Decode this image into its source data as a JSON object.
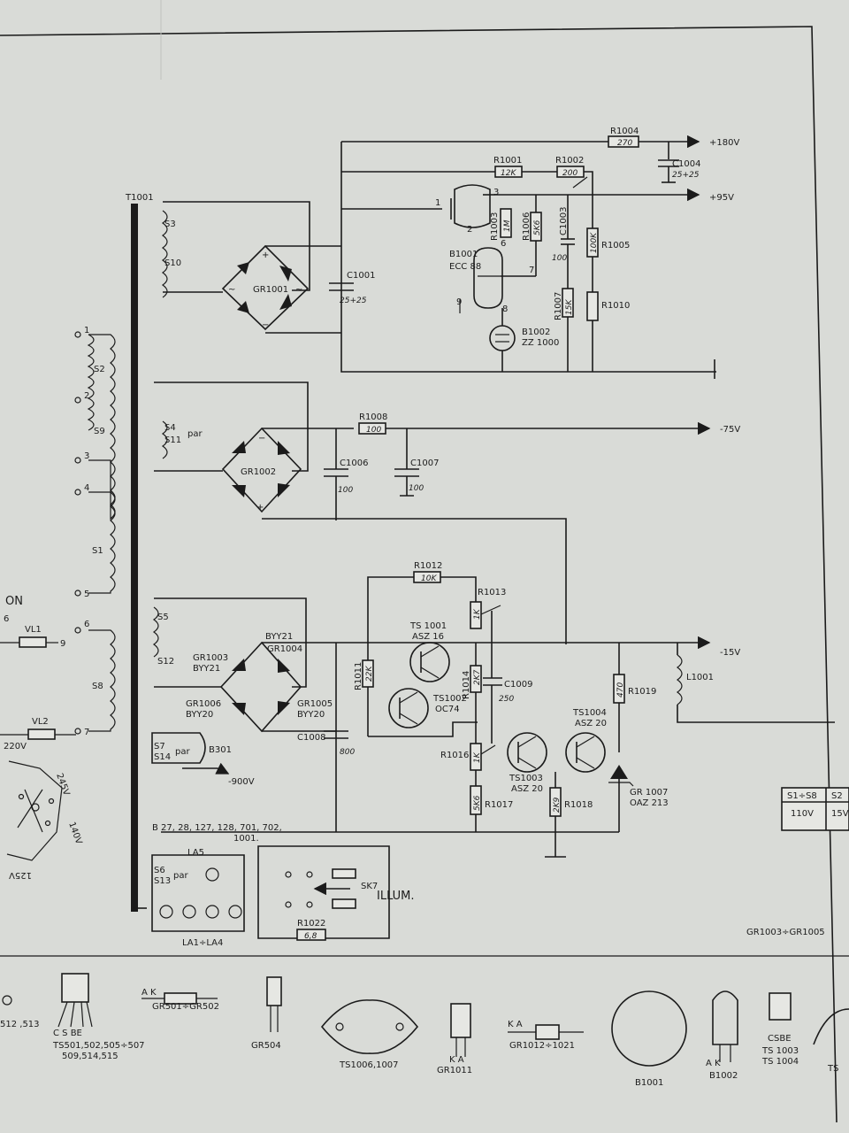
{
  "transformer": {
    "ref": "T1001",
    "windings": [
      "S3",
      "S10",
      "S2",
      "S9",
      "S4",
      "S11",
      "S1",
      "S5",
      "S12",
      "S8",
      "S7",
      "S14",
      "S6",
      "S13"
    ],
    "par": "par",
    "taps": [
      "1",
      "2",
      "3",
      "4",
      "5",
      "6",
      "7"
    ]
  },
  "rectifiers": {
    "gr1001": "GR1001",
    "gr1002": "GR1002",
    "gr1003": "GR1003",
    "gr1004": "GR1004",
    "gr1005": "GR1005",
    "gr1006": "GR1006",
    "byy21": "BYY21",
    "byy20": "BYY20",
    "plus": "+",
    "minus": "−",
    "ac": "~"
  },
  "resistors": [
    {
      "ref": "R1004",
      "value": "270"
    },
    {
      "ref": "R1001",
      "value": "12K"
    },
    {
      "ref": "R1002",
      "value": "200"
    },
    {
      "ref": "R1003",
      "value": "1M"
    },
    {
      "ref": "R1006",
      "value": "5K6"
    },
    {
      "ref": "R1007",
      "value": "15K"
    },
    {
      "ref": "R1005",
      "value": "100K"
    },
    {
      "ref": "R1010",
      "value": ""
    },
    {
      "ref": "R1008",
      "value": "100"
    },
    {
      "ref": "R1012",
      "value": "10K"
    },
    {
      "ref": "R1013",
      "value": "1K"
    },
    {
      "ref": "R1011",
      "value": "22K"
    },
    {
      "ref": "R1014",
      "value": "2K7"
    },
    {
      "ref": "R1019",
      "value": "470"
    },
    {
      "ref": "R1016",
      "value": "1K"
    },
    {
      "ref": "R1017",
      "value": "5K6"
    },
    {
      "ref": "R1018",
      "value": "2K9"
    },
    {
      "ref": "R1022",
      "value": "6,8"
    }
  ],
  "capacitors": [
    {
      "ref": "C1001",
      "value": "25+25"
    },
    {
      "ref": "C1004",
      "value": "25+25"
    },
    {
      "ref": "C1003",
      "value": "100"
    },
    {
      "ref": "C1006",
      "value": "100"
    },
    {
      "ref": "C1007",
      "value": "100"
    },
    {
      "ref": "C1008",
      "value": "800"
    },
    {
      "ref": "C1009",
      "value": "250"
    }
  ],
  "tubes": {
    "b1001": "B1001",
    "ecc88": "ECC 88",
    "b1002": "B1002",
    "zz1000": "ZZ 1000",
    "pins": [
      "1",
      "2",
      "3",
      "6",
      "7",
      "8",
      "9"
    ]
  },
  "transistors": {
    "ts1001": "TS 1001",
    "asz16": "ASZ 16",
    "ts1002": "TS1002",
    "oc74": "OC74",
    "ts1003": "TS1003",
    "asz20a": "ASZ 20",
    "ts1004": "TS1004",
    "asz20b": "ASZ 20"
  },
  "misc": {
    "gr1007": "GR 1007",
    "oaz213": "OAZ 213",
    "l1001": "L1001",
    "b301": "B301",
    "b_list": "B 27, 28, 127, 128, 701, 702,",
    "b_list2": "1001.",
    "la5": "LA5",
    "la1_4": "LA1÷LA4",
    "sk7": "SK7",
    "illum": "ILLUM.",
    "on": "ON",
    "vl1": "VL1",
    "vl2": "VL2",
    "v220": "220V",
    "v245": "245V",
    "v125": "125V",
    "v140": "140V",
    "tap9": "9",
    "tap6": "6"
  },
  "rails": {
    "p180": "+180V",
    "p95": "+95V",
    "m75": "-75V",
    "m15": "-15V",
    "m900": "-900V"
  },
  "table": {
    "headers": [
      "S1÷S8",
      "S2"
    ],
    "row": [
      "110V",
      "15V"
    ]
  },
  "pinouts": [
    {
      "label": "512 ,513"
    },
    {
      "label": "TS501,502,505÷507",
      "label2": "509,514,515",
      "pins": "C   S BE"
    },
    {
      "label": "GR501÷GR502",
      "pins": "A  K"
    },
    {
      "label": "GR504"
    },
    {
      "label": "TS1006,1007"
    },
    {
      "label": "GR1011",
      "pins": "K A"
    },
    {
      "label": "GR1012÷1021",
      "pins": "K   A"
    },
    {
      "label": "B1001"
    },
    {
      "label": "B1002",
      "pins": "A  K"
    },
    {
      "label": "TS 1003",
      "label2": "TS 1004",
      "pins": "CSBE"
    },
    {
      "label": "TS"
    },
    {
      "label": "GR1003÷GR1005"
    }
  ]
}
